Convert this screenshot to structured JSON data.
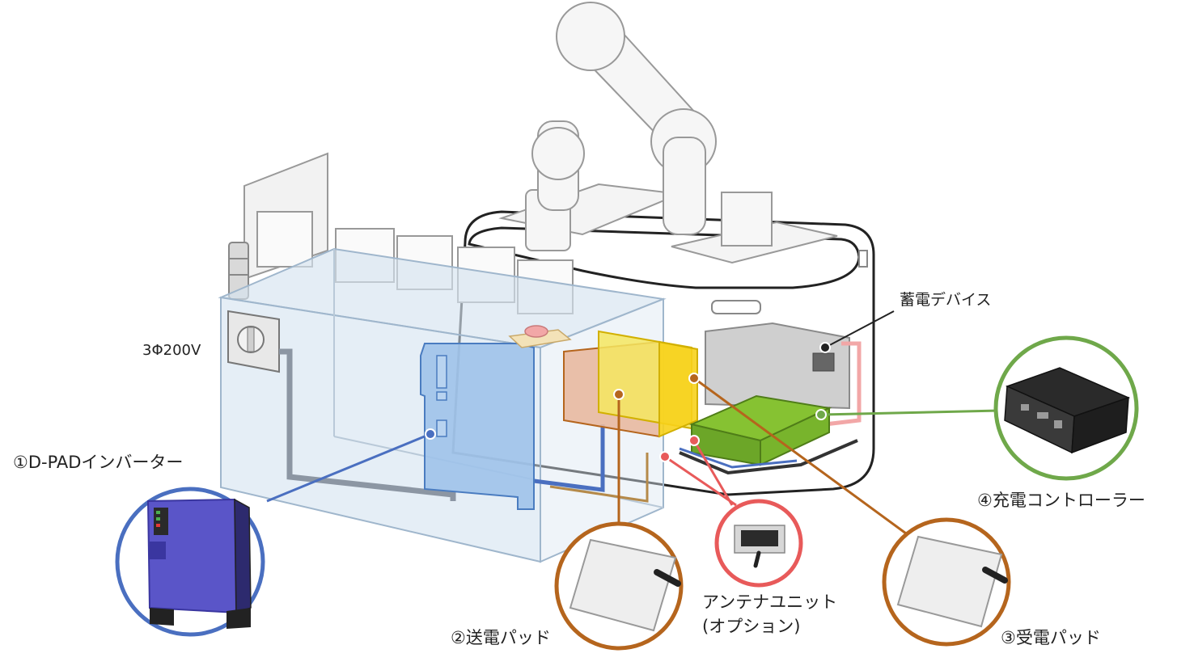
{
  "labels": {
    "power_input": "3Φ200V",
    "inverter": "①D-PADインバーター",
    "transmit_pad": "②送電パッド",
    "antenna_line1": "アンテナユニット",
    "antenna_line2": "(オプション)",
    "receive_pad": "③受電パッド",
    "charge_controller": "④充電コントローラー",
    "storage_device": "蓄電デバイス"
  },
  "colors": {
    "inverter": "#4a6fc0",
    "pads": "#b5651d",
    "antenna": "#e85a5a",
    "controller": "#6fa84a",
    "storage": "#222222"
  }
}
